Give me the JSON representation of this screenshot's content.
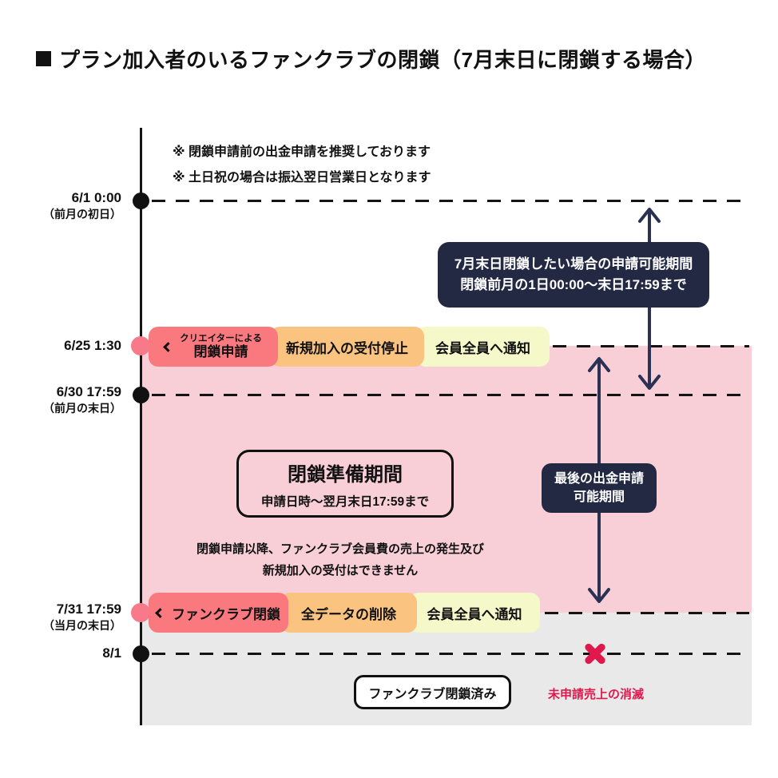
{
  "title": "プラン加入者のいるファンクラブの閉鎖（7月末日に閉鎖する場合）",
  "notes": [
    "※ 閉鎖申請前の出金申請を推奨しております",
    "※ 土日祝の場合は振込翌日営業日となります"
  ],
  "timeline": {
    "points": [
      {
        "time": "6/1 0:00",
        "sub": "（前月の初日）"
      },
      {
        "time": "6/25 1:30",
        "sub": ""
      },
      {
        "time": "6/30 17:59",
        "sub": "（前月の末日）"
      },
      {
        "time": "7/31 17:59",
        "sub": "（当月の末日）"
      },
      {
        "time": "8/1",
        "sub": ""
      }
    ]
  },
  "callouts": {
    "application_window": {
      "line1": "7月末日閉鎖したい場合の申請可能期間",
      "line2": "閉鎖前月の1日00:00〜末日17:59まで"
    },
    "last_withdrawal": {
      "line1": "最後の出金申請",
      "line2": "可能期間"
    }
  },
  "events": {
    "closure_request_small": "クリエイターによる",
    "closure_request": "閉鎖申請",
    "stop_new_members": "新規加入の受付停止",
    "notify_all_members_1": "会員全員へ通知",
    "fanclub_close": "ファンクラブ閉鎖",
    "delete_all_data": "全データの削除",
    "notify_all_members_2": "会員全員へ通知"
  },
  "preparation": {
    "title": "閉鎖準備期間",
    "subtitle": "申請日時〜翌月末日17:59まで",
    "description_line1": "閉鎖申請以降、ファンクラブ会員費の売上の発生及び",
    "description_line2": "新規加入の受付はできません"
  },
  "closed": {
    "label": "ファンクラブ閉鎖済み",
    "lost_sales": "未申請売上の消滅"
  },
  "colors": {
    "pink_region": "#F8CED7",
    "gray_region": "#E9E9E9",
    "red_badge": "#F9797F",
    "orange_badge": "#FBC380",
    "yellow_badge": "#F5F8C9",
    "navy": "#232943",
    "arrow_navy": "#2B3154",
    "accent_red": "#E0194D",
    "dot_pink": "#F8798A",
    "line_black": "#141414"
  }
}
